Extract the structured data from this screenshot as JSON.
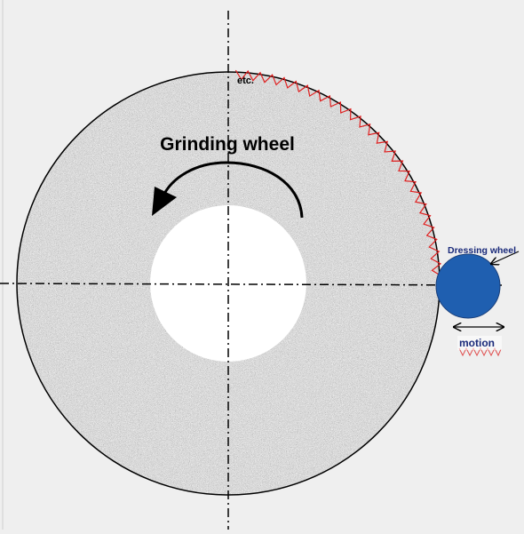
{
  "colors": {
    "background": "#efefef",
    "wheel_grain_light": "#d8d8d8",
    "wheel_grain_dark": "#3a3a3a",
    "wheel_outline": "#000000",
    "bore": "#ffffff",
    "dresser_fill": "#1f5fb0",
    "dresser_label": "#1a2a7a",
    "zigzag": "#e02020",
    "centerline": "#000000"
  },
  "labels": {
    "title": "Grinding wheel",
    "etc": "etc.",
    "dressing_wheel": "Dressing wheel",
    "motion": "motion"
  },
  "icons": {
    "rotation": "curved-arrow-counterclockwise-icon",
    "motion": "double-arrow-horizontal-icon"
  }
}
